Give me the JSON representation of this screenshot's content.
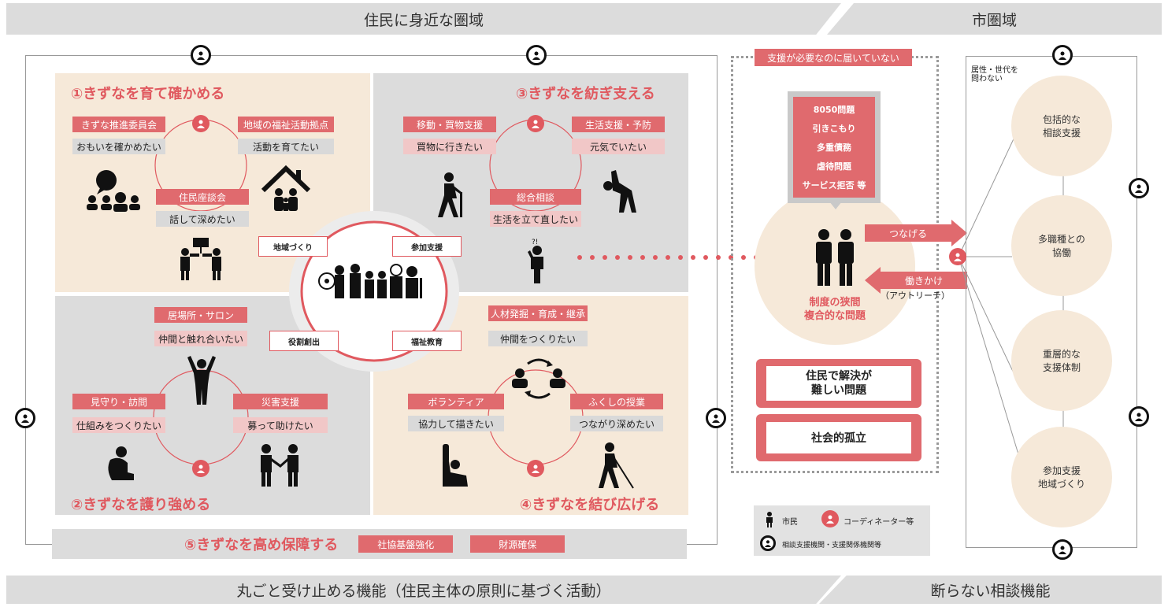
{
  "header": {
    "left": "住民に身近な圏域",
    "right": "市圏域"
  },
  "footer": {
    "left": "丸ごと受け止める機能（住民主体の原則に基づく活動）",
    "right": "断らない相談機能"
  },
  "q1": {
    "title": "①きずなを育て確かめる",
    "tag_a": "きずな推進委員会",
    "sub_a": "おもいを確かめたい",
    "tag_b": "地域の福祉活動拠点",
    "sub_b": "活動を育てたい",
    "tag_c": "住民座談会",
    "sub_c": "話して深めたい"
  },
  "q2": {
    "title": "②きずなを護り強める",
    "tag_a": "居場所・サロン",
    "sub_a": "仲間と触れ合いたい",
    "tag_b": "見守り・訪問",
    "sub_b": "仕組みをつくりたい",
    "tag_c": "災害支援",
    "sub_c": "募って助けたい"
  },
  "q3": {
    "title": "③きずなを紡ぎ支える",
    "tag_a": "移動・買物支援",
    "sub_a": "買物に行きたい",
    "tag_b": "生活支援・予防",
    "sub_b": "元気でいたい",
    "tag_c": "総合相談",
    "sub_c": "生活を立て直したい"
  },
  "q4": {
    "title": "④きずなを結び広げる",
    "tag_a": "人材発掘・育成・継承",
    "sub_a": "仲間をつくりたい",
    "tag_b": "ボランティア",
    "sub_b": "協力して描きたい",
    "tag_c": "ふくしの授業",
    "sub_c": "つながり深めたい"
  },
  "center": {
    "tl": "地域づくり",
    "tr": "参加支援",
    "bl": "役割創出",
    "br": "福祉教育"
  },
  "bottom": {
    "title": "⑤きずなを高め保障する",
    "tag1": "社協基盤強化",
    "tag2": "財源確保"
  },
  "middle": {
    "banner": "支援が必要なのに届いていない",
    "issues": [
      "8050問題",
      "引きこもり",
      "多重債務",
      "虐待問題",
      "サービス拒否 等"
    ],
    "circle_text1": "制度の狭間",
    "circle_text2": "複合的な問題",
    "box1_line1": "住民で解決が",
    "box1_line2": "難しい問題",
    "box2": "社会的孤立",
    "arrow_right": "つなげる",
    "arrow_left": "働きかけ",
    "arrow_left_sub": "（アウトリーチ）"
  },
  "legend": {
    "citizen": "市民",
    "coordinator": "コーディネーター等",
    "agency": "相談支援機関・支援関係機関等"
  },
  "right": {
    "note_line1": "属性・世代を",
    "note_line2": "問わない",
    "circles": [
      {
        "l1": "包括的な",
        "l2": "相談支援"
      },
      {
        "l1": "多職種との",
        "l2": "協働"
      },
      {
        "l1": "重層的な",
        "l2": "支援体制"
      },
      {
        "l1": "参加支援",
        "l2": "地域づくり"
      }
    ]
  },
  "colors": {
    "accent": "#e0595f",
    "beige": "#f6e9d9",
    "gray": "#d9d9d9"
  }
}
